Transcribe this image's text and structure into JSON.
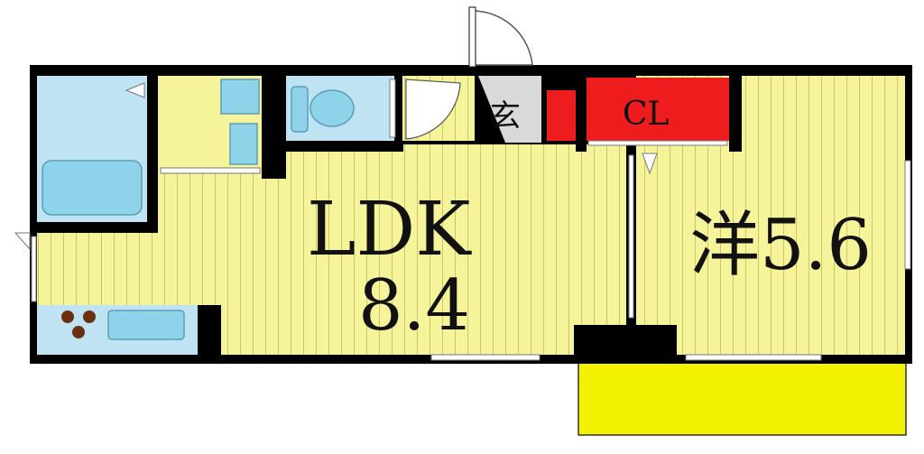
{
  "rooms": {
    "ldk": {
      "label": "LDK",
      "area": "8.4"
    },
    "western": {
      "label": "洋5.6"
    },
    "entrance": {
      "label": "玄"
    },
    "closet": {
      "label": "CL"
    }
  },
  "colors": {
    "wall": "#000000",
    "floor_yellow": "#f6f49a",
    "floor_line": "#c9c76a",
    "wet_blue": "#bfe3f3",
    "fixture_blue": "#8fd3ea",
    "closet_red": "#ee1c1c",
    "balcony_yellow": "#f2f200",
    "entrance_gray": "#d9d9d9",
    "stove_brown": "#6b3010"
  }
}
